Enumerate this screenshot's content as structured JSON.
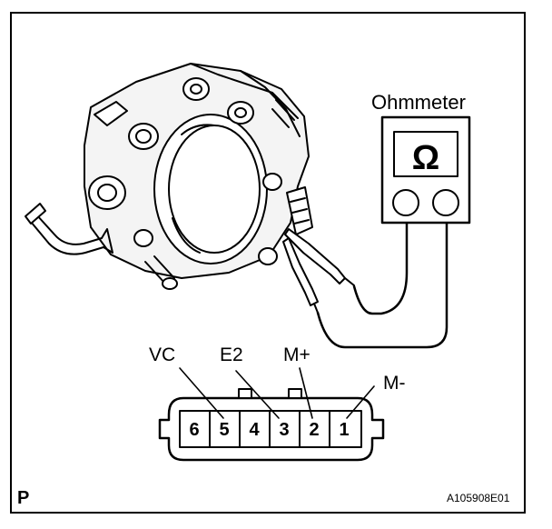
{
  "meter": {
    "title": "Ohmmeter",
    "symbol": "Ω"
  },
  "terminals": {
    "pins": [
      "6",
      "5",
      "4",
      "3",
      "2",
      "1"
    ],
    "labels": {
      "vc": "VC",
      "e2": "E2",
      "mplus": "M+",
      "mminus": "M-"
    }
  },
  "figure": {
    "corner": "P",
    "id": "A105908E01"
  },
  "colors": {
    "line": "#000000",
    "background": "#ffffff",
    "body_shade": "#f4f4f4"
  }
}
